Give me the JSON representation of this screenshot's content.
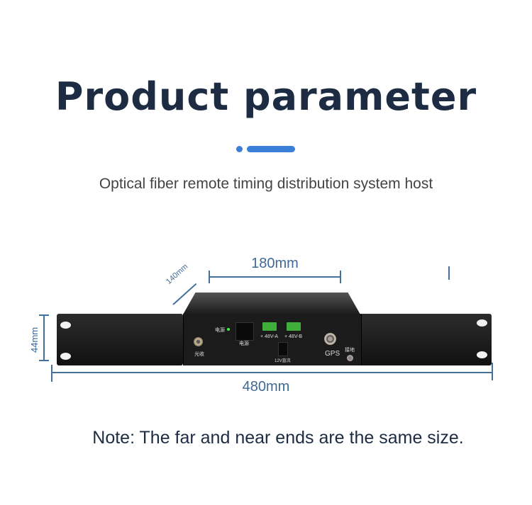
{
  "header": {
    "title": "Product parameter",
    "subtitle": "Optical fiber remote timing distribution system host"
  },
  "accent_color": "#3b7fd6",
  "dimensions": {
    "width_top": "180mm",
    "depth": "140mm",
    "height": "44mm",
    "width_total": "480mm"
  },
  "device_labels": {
    "power_indicator": "电源",
    "power_switch": "电源",
    "dc_a": "+ 48V-A",
    "dc_b": "+ 48V-B",
    "dc_12v": "12V直流",
    "optical_rx": "光收",
    "gps": "GPS",
    "ground": "接地"
  },
  "note": "Note: The far and near ends are the same size."
}
